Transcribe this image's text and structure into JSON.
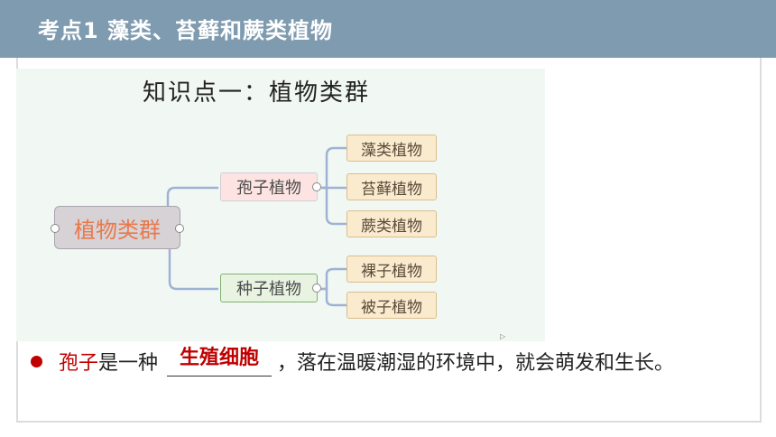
{
  "header": {
    "title": "考点1 藻类、苔藓和蕨类植物"
  },
  "mindmap": {
    "title": "知识点一：植物类群",
    "root": "植物类群",
    "branches": [
      {
        "label": "孢子植物",
        "children": [
          "藻类植物",
          "苔藓植物",
          "蕨类植物"
        ]
      },
      {
        "label": "种子植物",
        "children": [
          "裸子植物",
          "被子植物"
        ]
      }
    ]
  },
  "sentence": {
    "term": "孢子",
    "before_blank": "是一种",
    "answer": "生殖细胞",
    "after_blank": "，落在温暖潮湿的环境中，就会萌发和生长。"
  },
  "colors": {
    "header_bg": "#7f9bb0",
    "panel_bg": "#f1f8f3",
    "accent_red": "#c00000",
    "root_text": "#e8794c"
  }
}
